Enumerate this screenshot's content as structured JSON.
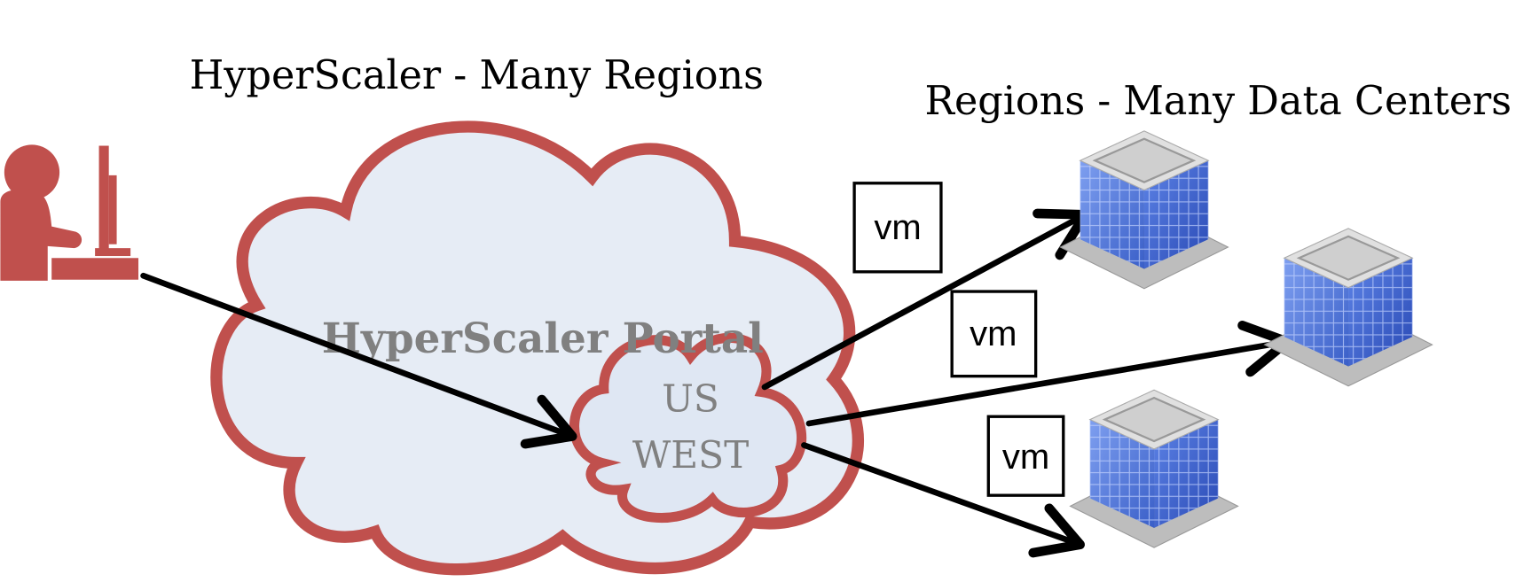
{
  "titles": {
    "hyperscaler": "HyperScaler - Many Regions",
    "regions": "Regions - Many Data Centers"
  },
  "cloud": {
    "portal_label": "HyperScaler Portal",
    "region_line1": "US",
    "region_line2": "WEST"
  },
  "vm_boxes": [
    {
      "label": "vm"
    },
    {
      "label": "vm"
    },
    {
      "label": "vm"
    }
  ],
  "colors": {
    "accent_red": "#c0504d",
    "cloud_fill": "#e6ecf5",
    "label_gray": "#808080",
    "building_blue": "#4a72d9"
  }
}
